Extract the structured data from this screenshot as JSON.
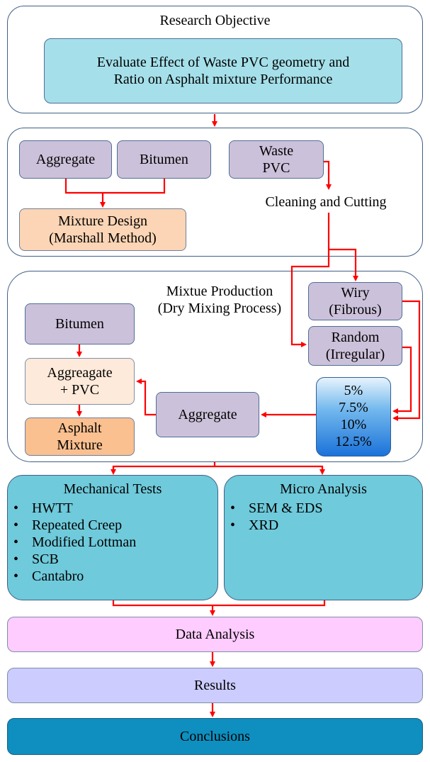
{
  "objective": {
    "title": "Research Objective",
    "statement_line1": "Evaluate Effect of Waste PVC geometry and",
    "statement_line2": "Ratio on Asphalt mixture Performance"
  },
  "preparation": {
    "aggregate": "Aggregate",
    "bitumen": "Bitumen",
    "waste_pvc_line1": "Waste",
    "waste_pvc_line2": "PVC",
    "cleaning": "Cleaning and Cutting",
    "mixture_design_line1": "Mixture Design",
    "mixture_design_line2": "(Marshall Method)"
  },
  "production": {
    "title_line1": "Mixtue Production",
    "title_line2": "(Dry Mixing Process)",
    "wiry_line1": "Wiry",
    "wiry_line2": "(Fibrous)",
    "random_line1": "Random",
    "random_line2": "(Irregular)",
    "bitumen": "Bitumen",
    "aggregate_pvc_line1": "Aggreagate",
    "aggregate_pvc_line2": "+ PVC",
    "asphalt_line1": "Asphalt",
    "asphalt_line2": "Mixture",
    "aggregate": "Aggregate",
    "ratios": [
      "5%",
      "7.5%",
      "10%",
      "12.5%"
    ]
  },
  "mechanical": {
    "title": "Mechanical Tests",
    "items": [
      "HWTT",
      "Repeated Creep",
      "Modified Lottman",
      "SCB",
      "Cantabro"
    ]
  },
  "micro": {
    "title": "Micro Analysis",
    "items": [
      "SEM & EDS",
      "XRD"
    ]
  },
  "data_analysis": "Data Analysis",
  "results": "Results",
  "conclusions": "Conclusions",
  "colors": {
    "arrow": "#ff0000",
    "panel_border": "#3f5f86",
    "objective_box": "#a5e0ea",
    "material_box": "#ccc1da",
    "design_box": "#fbd5b5",
    "tests_box": "#6fcadb",
    "data_analysis_box": "#ffccff",
    "results_box": "#ccccff",
    "conclusions_box": "#0e8fbf"
  }
}
